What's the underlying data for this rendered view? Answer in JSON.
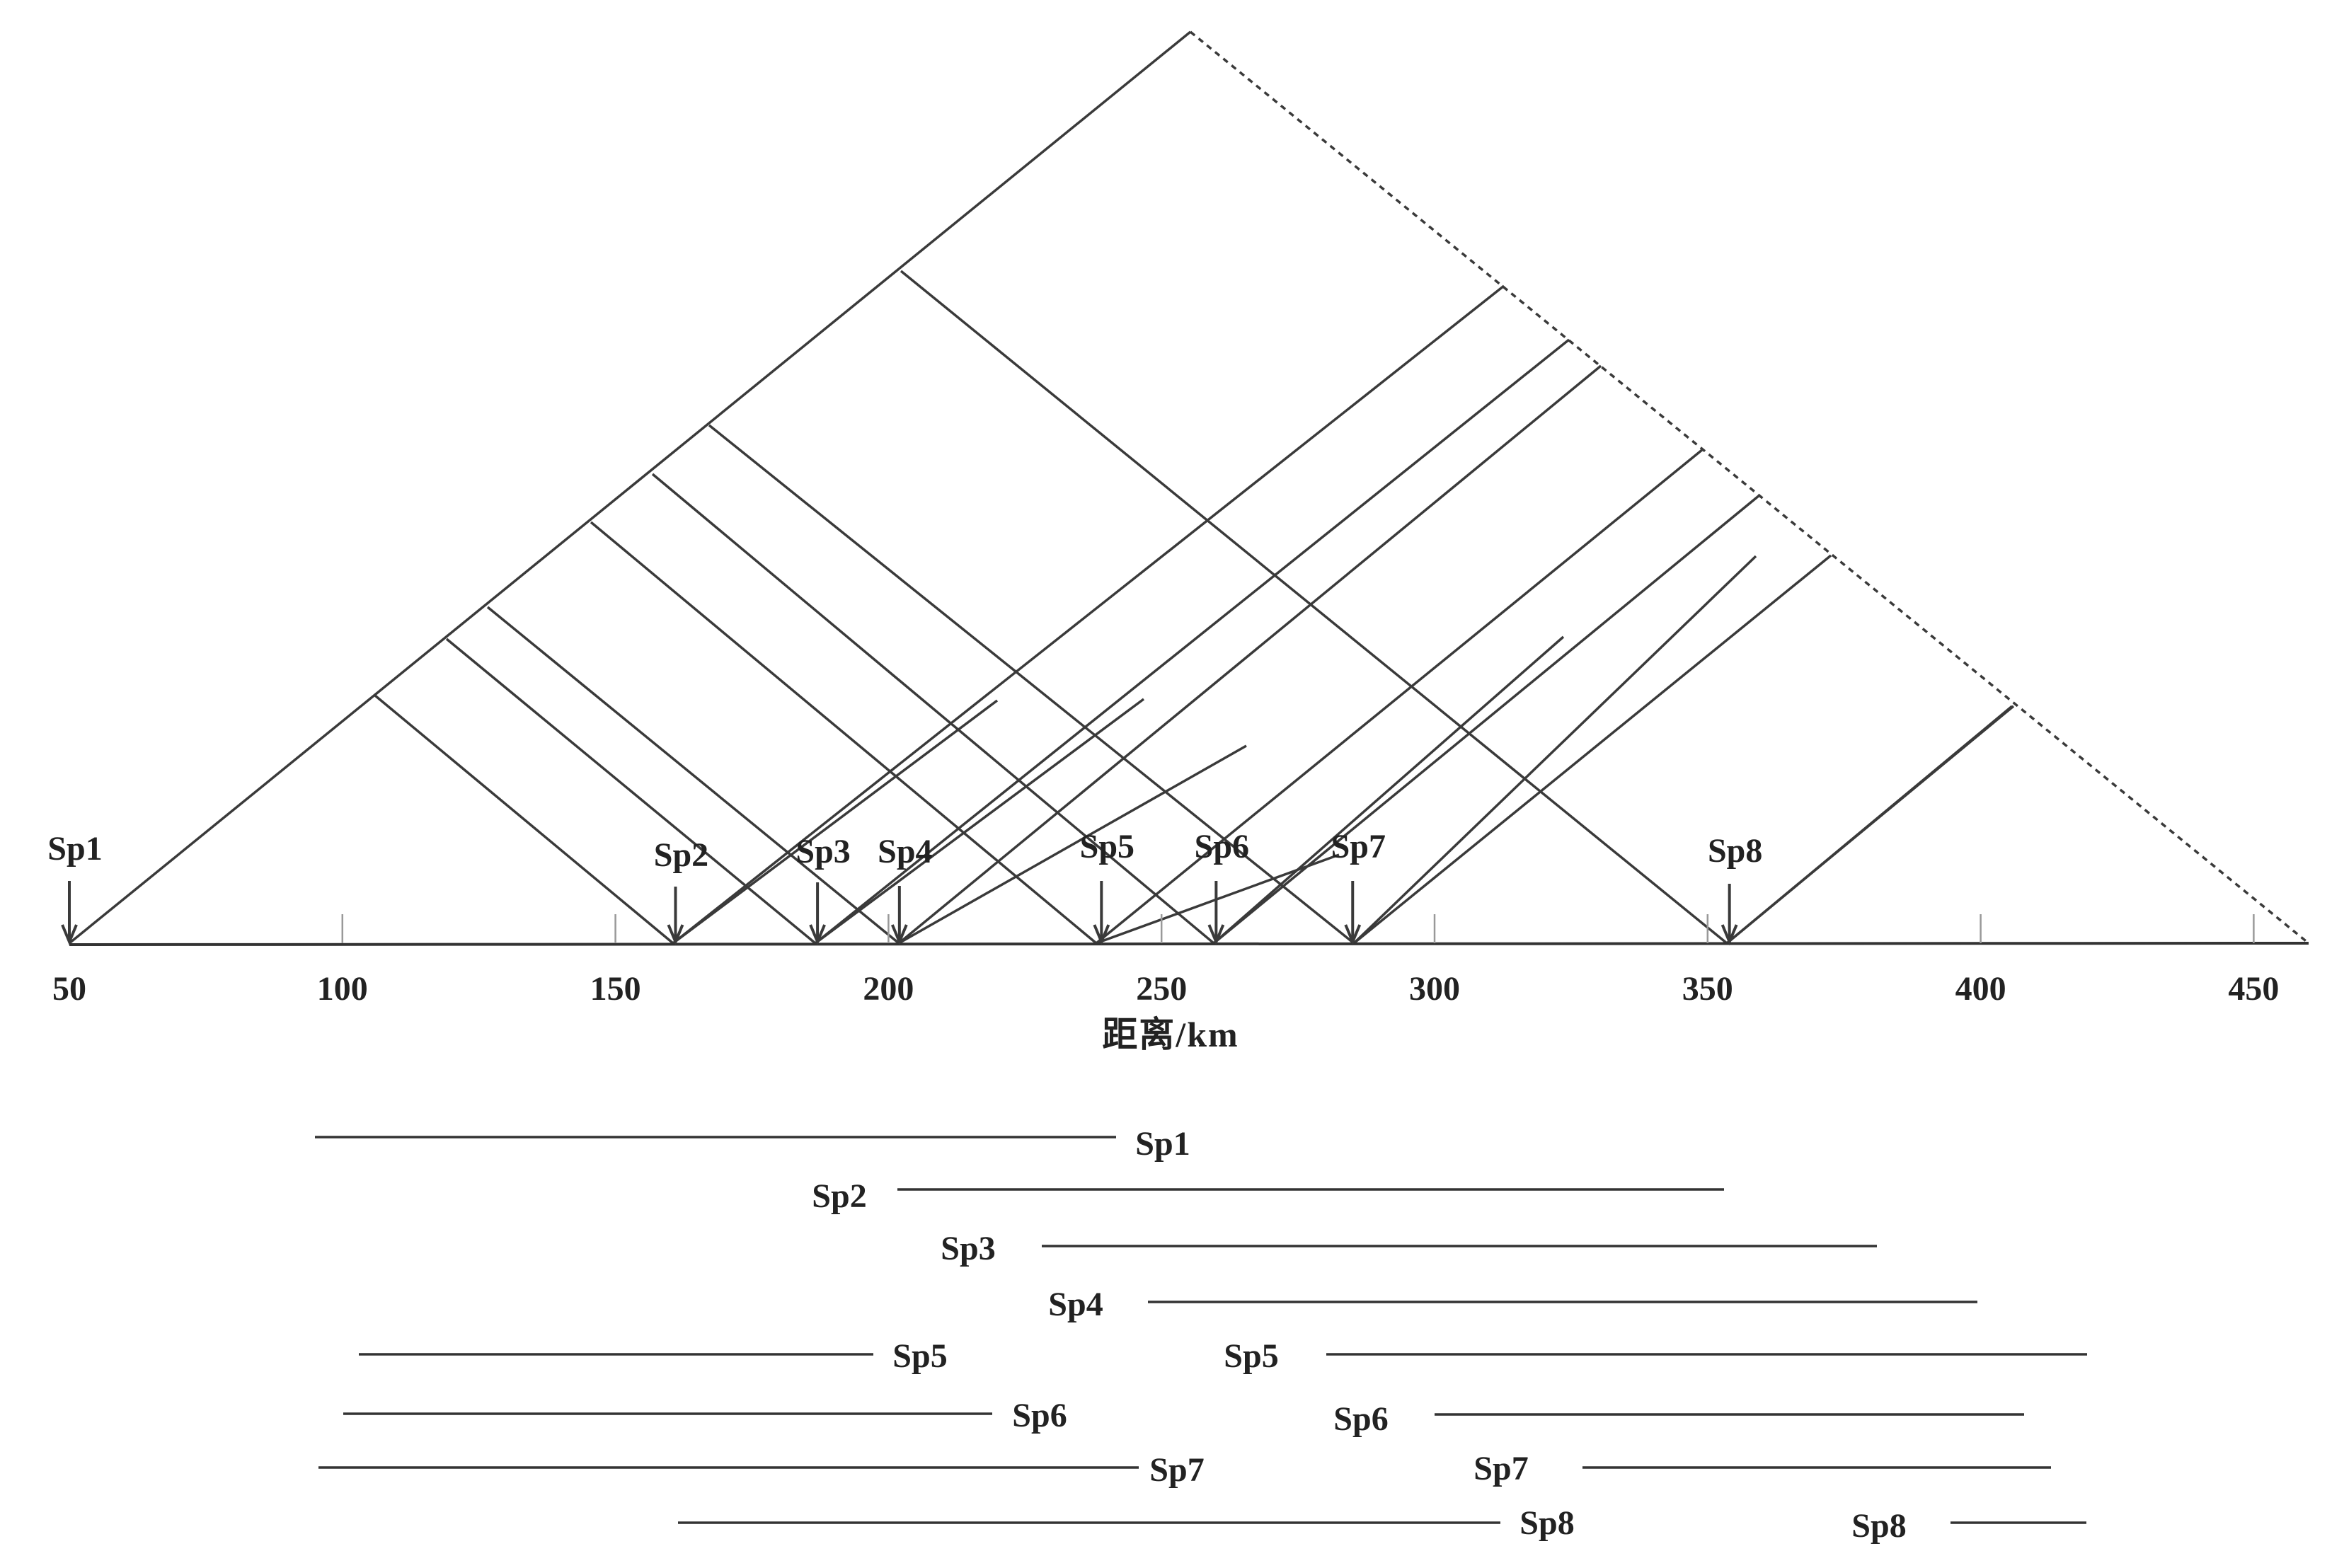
{
  "axis": {
    "ticks": [
      "50",
      "100",
      "150",
      "200",
      "250",
      "300",
      "350",
      "400",
      "450"
    ],
    "tick_values": [
      50,
      100,
      150,
      200,
      250,
      300,
      350,
      400,
      450
    ],
    "title": "距离/km",
    "range_km": [
      50,
      460
    ]
  },
  "shot_points": [
    {
      "label": "Sp1",
      "km": 50
    },
    {
      "label": "Sp2",
      "km": 161
    },
    {
      "label": "Sp3",
      "km": 187
    },
    {
      "label": "Sp4",
      "km": 202
    },
    {
      "label": "Sp5",
      "km": 239
    },
    {
      "label": "Sp6",
      "km": 260
    },
    {
      "label": "Sp7",
      "km": 285
    },
    {
      "label": "Sp8",
      "km": 354
    }
  ],
  "coverage_rows": [
    {
      "segments": [
        {
          "label": "Sp1",
          "label_side": "right"
        }
      ]
    },
    {
      "segments": [
        {
          "label": "Sp2",
          "label_side": "left"
        }
      ]
    },
    {
      "segments": [
        {
          "label": "Sp3",
          "label_side": "left"
        }
      ]
    },
    {
      "segments": [
        {
          "label": "Sp4",
          "label_side": "left"
        }
      ]
    },
    {
      "segments": [
        {
          "label": "Sp5",
          "label_side": "right"
        },
        {
          "label": "Sp5",
          "label_side": "left"
        }
      ]
    },
    {
      "segments": [
        {
          "label": "Sp6",
          "label_side": "right"
        },
        {
          "label": "Sp6",
          "label_side": "left"
        }
      ]
    },
    {
      "segments": [
        {
          "label": "Sp7",
          "label_side": "right"
        },
        {
          "label": "Sp7",
          "label_side": "left"
        }
      ]
    },
    {
      "segments": [
        {
          "label": "Sp8",
          "label_side": "right"
        },
        {
          "label": "Sp8",
          "label_side": "left"
        }
      ]
    }
  ],
  "colors": {
    "line": "#3a3a3a",
    "tick": "#999999",
    "text": "#222222",
    "background": "#ffffff"
  }
}
